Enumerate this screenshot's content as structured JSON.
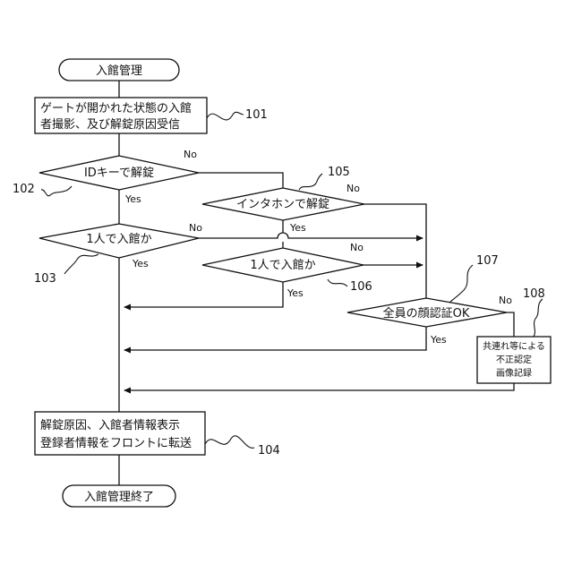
{
  "terminals": {
    "start": "入館管理",
    "end": "入館管理終了"
  },
  "processes": {
    "p101_line1": "ゲートが開かれた状態の入館",
    "p101_line2": "者撮影、及び解錠原因受信",
    "p104_line1": "解錠原因、入館者情報表示",
    "p104_line2": "登録者情報をフロントに転送",
    "p108_line1": "共連れ等による",
    "p108_line2": "不正認定",
    "p108_line3": "画像記録"
  },
  "decisions": {
    "d102": "IDキーで解錠",
    "d103": "1人で入館か",
    "d105": "インタホンで解錠",
    "d106": "1人で入館か",
    "d107": "全員の顔認証OK"
  },
  "branch_labels": {
    "yes": "Yes",
    "no": "No"
  },
  "reference_numbers": {
    "n101": "101",
    "n102": "102",
    "n103": "103",
    "n104": "104",
    "n105": "105",
    "n106": "106",
    "n107": "107",
    "n108": "108"
  },
  "colors": {
    "stroke": "#111111",
    "background": "#ffffff"
  }
}
